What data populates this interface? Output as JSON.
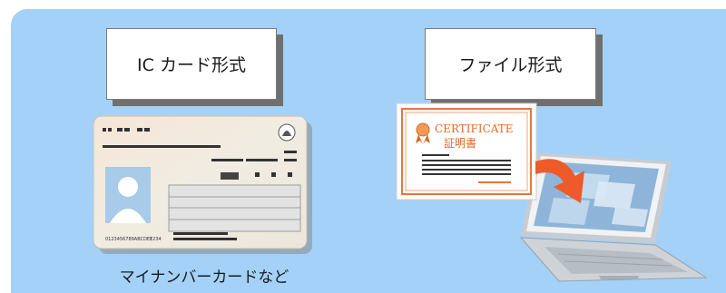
{
  "ic_card_format_label": "IC カード形式",
  "file_format_label": "ファイル形式",
  "card_caption": "マイナンバーカードなど",
  "card": {
    "number_text": "0123456789ABCDEF",
    "code_text": "1234"
  },
  "certificate": {
    "title": "CERTIFICATE",
    "subtitle": "証明書"
  },
  "colors": {
    "panel": "#a3d1f7",
    "arrow": "#ee5a2a",
    "certificate_border": "#e8773a",
    "card": "#f3eadf"
  }
}
